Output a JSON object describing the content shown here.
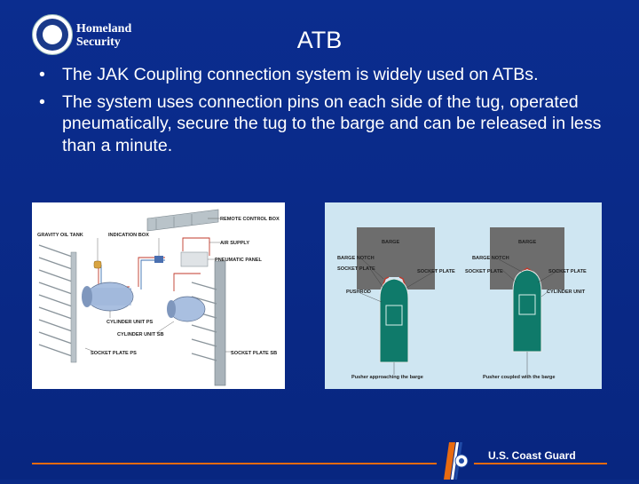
{
  "logo": {
    "line1": "Homeland",
    "line2": "Security"
  },
  "title": "ATB",
  "bullets": [
    "The JAK Coupling connection system is widely used on ATBs.",
    "The system uses connection pins on each side of the tug, operated pneumatically, secure the tug to the barge and can be released  in less than a minute."
  ],
  "bullet_glyph": "•",
  "left_diagram": {
    "labels": {
      "remote_control_box": "REMOTE CONTROL BOX",
      "gravity_oil_tank": "GRAVITY OIL TANK",
      "indication_box": "INDICATION BOX",
      "air_supply": "AIR SUPPLY",
      "pneumatic_panel": "PNEUMATIC PANEL",
      "cylinder_unit_ps": "CYLINDER UNIT PS",
      "cylinder_unit_sb": "CYLINDER UNIT SB",
      "socket_plate_ps": "SOCKET PLATE PS",
      "socket_plate_sb": "SOCKET PLATE SB"
    }
  },
  "right_diagram": {
    "left_panel": {
      "barge": "BARGE",
      "barge_notch": "BARGE NOTCH",
      "socket_plate_left": "SOCKET PLATE",
      "socket_plate_right": "SOCKET PLATE",
      "pushrod": "PUSHROD",
      "caption": "Pusher approaching the barge"
    },
    "right_panel": {
      "barge": "BARGE",
      "barge_notch": "BARGE NOTCH",
      "socket_plate_left": "SOCKET PLATE",
      "socket_plate_right": "SOCKET PLATE",
      "cylinder_unit": "CYLINDER UNIT",
      "caption": "Pusher coupled with the barge"
    }
  },
  "footer": {
    "agency": "U.S. Coast Guard"
  },
  "colors": {
    "background": "#0a2a86",
    "accent_orange": "#e86a10",
    "tug_green": "#0f7a6a",
    "barge_gray": "#6d6d6d"
  }
}
